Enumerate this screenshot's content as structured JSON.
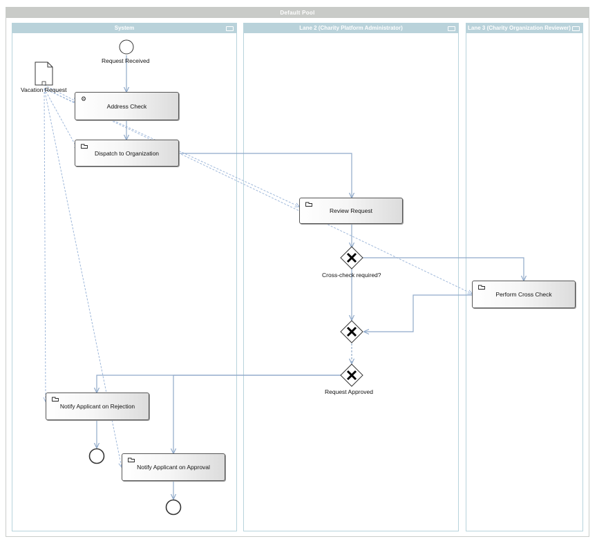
{
  "pool": {
    "title": "Default Pool"
  },
  "lanes": [
    {
      "title": "System"
    },
    {
      "title": "Lane 2 (Charity Platform Administrator)"
    },
    {
      "title": "Lane 3 (Charity Organization Reviewer)"
    }
  ],
  "data_object": {
    "label": "Vacation Request"
  },
  "events": {
    "start": {
      "label": "Request Received"
    }
  },
  "tasks": {
    "address_check": {
      "label": "Address Check",
      "icon": "gear-icon"
    },
    "dispatch": {
      "label": "Dispatch to Organization",
      "icon": "user-task-icon"
    },
    "review": {
      "label": "Review Request",
      "icon": "user-task-icon"
    },
    "cross_check": {
      "label": "Perform Cross Check",
      "icon": "user-task-icon"
    },
    "notify_rejection": {
      "label": "Notify Applicant on Rejection",
      "icon": "user-task-icon"
    },
    "notify_approval": {
      "label": "Notify Applicant on Approval",
      "icon": "user-task-icon"
    }
  },
  "gateways": {
    "cross_check_required": {
      "label": "Cross-check required?"
    },
    "merge": {
      "label": ""
    },
    "approved": {
      "label": "Request Approved"
    }
  },
  "colors": {
    "sequence_flow": "#8fa9c9",
    "association": "#9fb8da",
    "lane_header": "#b9d2da",
    "pool_header": "#c9cbc8"
  }
}
